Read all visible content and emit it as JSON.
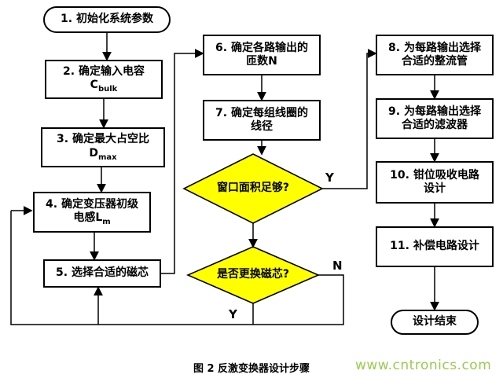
{
  "figure": {
    "caption": "图 2  反激变换器设计步骤",
    "watermark": "www.cntronics.com"
  },
  "colors": {
    "decision_fill": "#ffff00",
    "watermark": "#8dc63f",
    "line": "#000000"
  },
  "nodes": {
    "start": {
      "label": "1. 初始化系统参数"
    },
    "step2": {
      "line1": "2. 确定输入电容",
      "base": "C",
      "sub": "bulk"
    },
    "step3": {
      "line1": "3. 确定最大占空比",
      "base": "D",
      "sub": "max"
    },
    "step4": {
      "line1": "4. 确定变压器初级",
      "line2": "电感L",
      "sub": "m"
    },
    "step5": {
      "label": "5. 选择合适的磁芯"
    },
    "step6": {
      "line1": "6. 确定各路输出的",
      "line2": "匝数N"
    },
    "step7": {
      "line1": "7. 确定每组线圈的",
      "line2": "线径"
    },
    "decision1": {
      "label": "窗口面积足够?"
    },
    "decision2": {
      "label": "是否更换磁芯?"
    },
    "step8": {
      "line1": "8. 为每路输出选择",
      "line2": "合适的整流管"
    },
    "step9": {
      "line1": "9. 为每路输出选择",
      "line2": "合适的滤波器"
    },
    "step10": {
      "line1": "10. 钳位吸收电路",
      "line2": "设计"
    },
    "step11": {
      "label": "11. 补偿电路设计"
    },
    "end": {
      "label": "设计结束"
    }
  },
  "edge_labels": {
    "dec1_yes": "Y",
    "dec2_no": "N",
    "dec2_yes": "Y"
  }
}
